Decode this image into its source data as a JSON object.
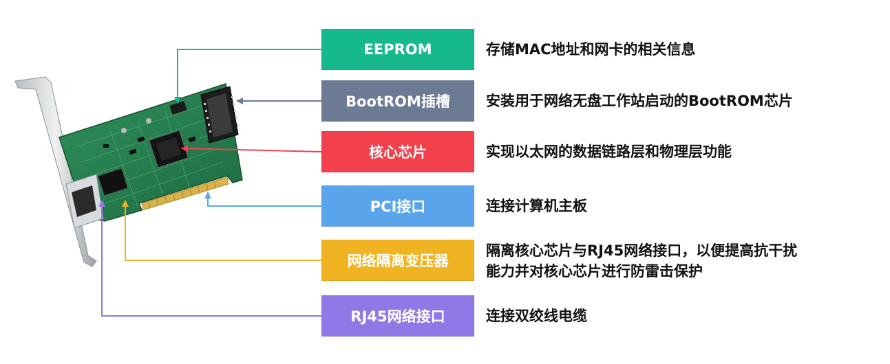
{
  "components": [
    {
      "label": "EEPROM",
      "description": "存储MAC地址和网卡的相关信息",
      "color": "#16b98e"
    },
    {
      "label": "BootROM插槽",
      "description": "安装用于网络无盘工作站启动的BootROM芯片",
      "color": "#6c7a94"
    },
    {
      "label": "核心芯片",
      "description": "实现以太网的数据链路层和物理层功能",
      "color": "#f2414d"
    },
    {
      "label": "PCI接口",
      "description": "连接计算机主板",
      "color": "#59a4ea"
    },
    {
      "label": "网络隔离变压器",
      "description_line1": "隔离核心芯片与RJ45网络接口，以便提高抗干扰",
      "description_line2": "能力并对核心芯片进行防雷击保护",
      "color": "#f0b423"
    },
    {
      "label": "RJ45网络接口",
      "description": "连接双绞线电缆",
      "color": "#8f79e6"
    }
  ]
}
